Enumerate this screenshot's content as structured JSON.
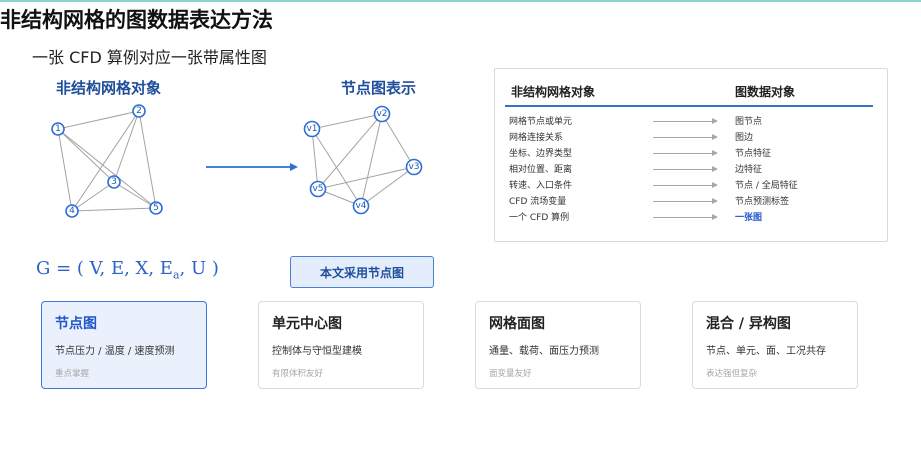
{
  "title": "非结构网格的图数据表达方法",
  "subtitle": "一张 CFD 算例对应一张带属性图",
  "mesh_section": {
    "title": "非结构网格对象",
    "nodes": [
      "1",
      "2",
      "3",
      "4",
      "5"
    ]
  },
  "graph_section": {
    "title": "节点图表示",
    "nodes": [
      "v1",
      "v2",
      "v3",
      "v4",
      "v5"
    ]
  },
  "mapping": {
    "left_header": "非结构网格对象",
    "right_header": "图数据对象",
    "rows": [
      {
        "left": "网格节点或单元",
        "right": "图节点"
      },
      {
        "left": "网格连接关系",
        "right": "图边"
      },
      {
        "left": "坐标、边界类型",
        "right": "节点特征"
      },
      {
        "left": "相对位置、距离",
        "right": "边特征"
      },
      {
        "left": "转速、入口条件",
        "right": "节点 / 全局特征"
      },
      {
        "left": "CFD 流场变量",
        "right": "节点预测标签"
      },
      {
        "left": "一个 CFD 算例",
        "right": "一张图"
      }
    ]
  },
  "formula": {
    "prefix": "G = ( V, E, X, E",
    "sub": "a",
    "suffix": ", U )"
  },
  "adopt_label": "本文采用节点图",
  "cards": [
    {
      "title": "节点图",
      "desc": "节点压力 / 温度 / 速度预测",
      "note": "重点掌握"
    },
    {
      "title": "单元中心图",
      "desc": "控制体与守恒型建模",
      "note": "有限体积友好"
    },
    {
      "title": "网格面图",
      "desc": "通量、载荷、面压力预测",
      "note": "面变量友好"
    },
    {
      "title": "混合 / 异构图",
      "desc": "节点、单元、面、工况共存",
      "note": "表达强但复杂"
    }
  ],
  "colors": {
    "accent": "#2d6fd6",
    "heading": "#1f4e9a",
    "edge": "#a3a3a3",
    "card_active_bg": "#eaf1fd"
  }
}
